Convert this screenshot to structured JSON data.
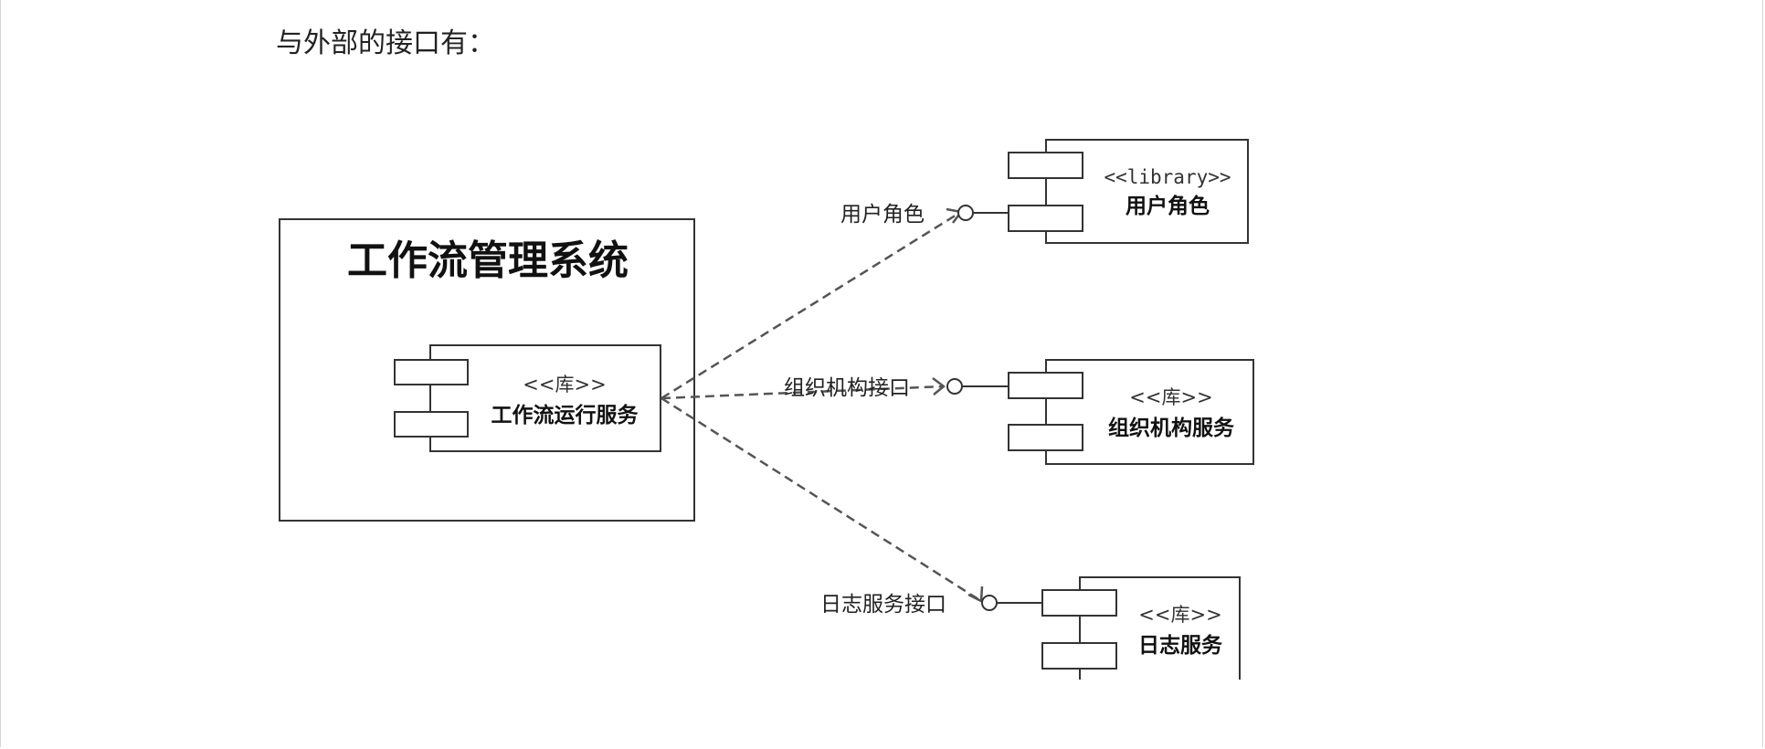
{
  "intro_text": "与外部的接口有：",
  "system": {
    "title": "工作流管理系统",
    "component": {
      "stereotype": "<<库>>",
      "name": "工作流运行服务"
    }
  },
  "external_components": [
    {
      "stereotype": "<<library>>",
      "name": "用户角色",
      "interface": "用户角色"
    },
    {
      "stereotype": "<<库>>",
      "name": "组织机构服务",
      "interface": "组织机构接口"
    },
    {
      "stereotype": "<<库>>",
      "name": "日志服务",
      "interface": "日志服务接口"
    }
  ]
}
